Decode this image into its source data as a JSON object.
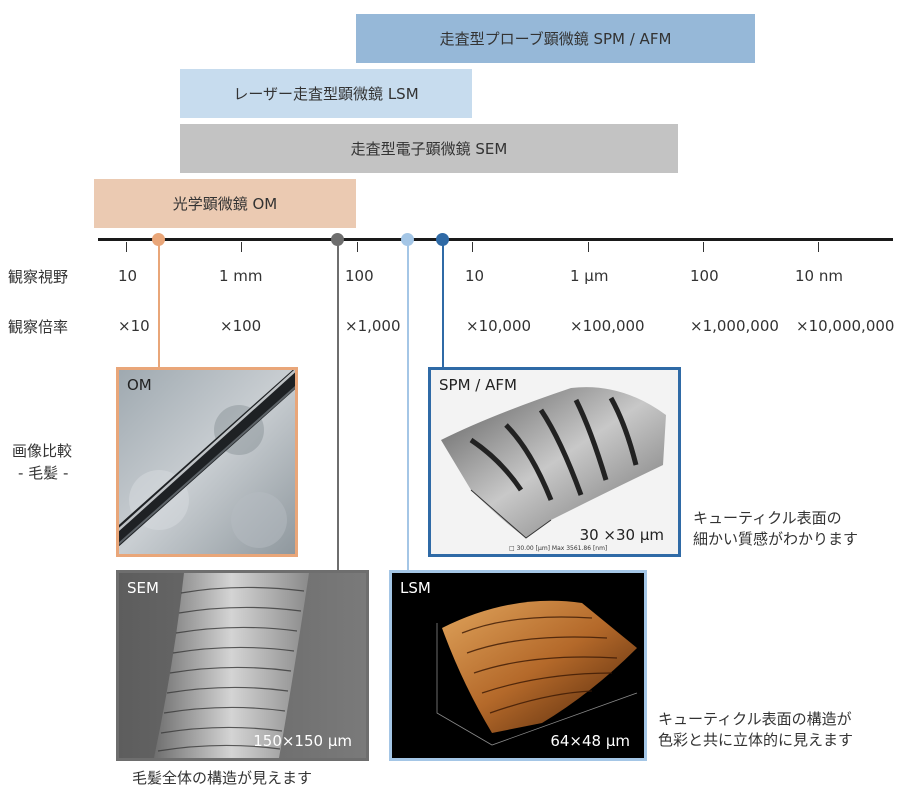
{
  "bars": {
    "afm": "走査型プローブ顕微鏡 SPM / AFM",
    "lsm": "レーザー走査型顕微鏡 LSM",
    "sem": "走査型電子顕微鏡 SEM",
    "om": "光学顕微鏡 OM"
  },
  "rows": {
    "field_label": "観察視野",
    "mag_label": "観察倍率",
    "compare_label_1": "画像比較",
    "compare_label_2": "- 毛髪 -"
  },
  "field_ticks": [
    "10",
    "1 mm",
    "100",
    "10",
    "1 µm",
    "100",
    "10 nm"
  ],
  "mag_ticks": [
    "×10",
    "×100",
    "×1,000",
    "×10,000",
    "×100,000",
    "×1,000,000",
    "×10,000,000"
  ],
  "panels": {
    "om": {
      "title": "OM"
    },
    "afm": {
      "title": "SPM / AFM",
      "size": "30 ×30 µm",
      "footer": "□ 30.00 [µm]   Max 3561.86 [nm]"
    },
    "sem": {
      "title": "SEM",
      "size": "150×150 µm"
    },
    "lsm": {
      "title": "LSM",
      "size": "64×48 µm"
    }
  },
  "notes": {
    "afm_1": "キューティクル表面の",
    "afm_2": "細かい質感がわかります",
    "lsm_1": "キューティクル表面の構造が",
    "lsm_2": "色彩と共に立体的に見えます",
    "sem": "毛髪全体の構造が見えます"
  },
  "colors": {
    "afm": "#96b8d8",
    "lsm": "#c7dcee",
    "sem": "#c3c3c3",
    "om": "#ebcab2",
    "om_line": "#e9a679",
    "sem_line": "#6e6e6e",
    "lsm_line": "#a4c6e6",
    "afm_line": "#2f6aa6"
  }
}
